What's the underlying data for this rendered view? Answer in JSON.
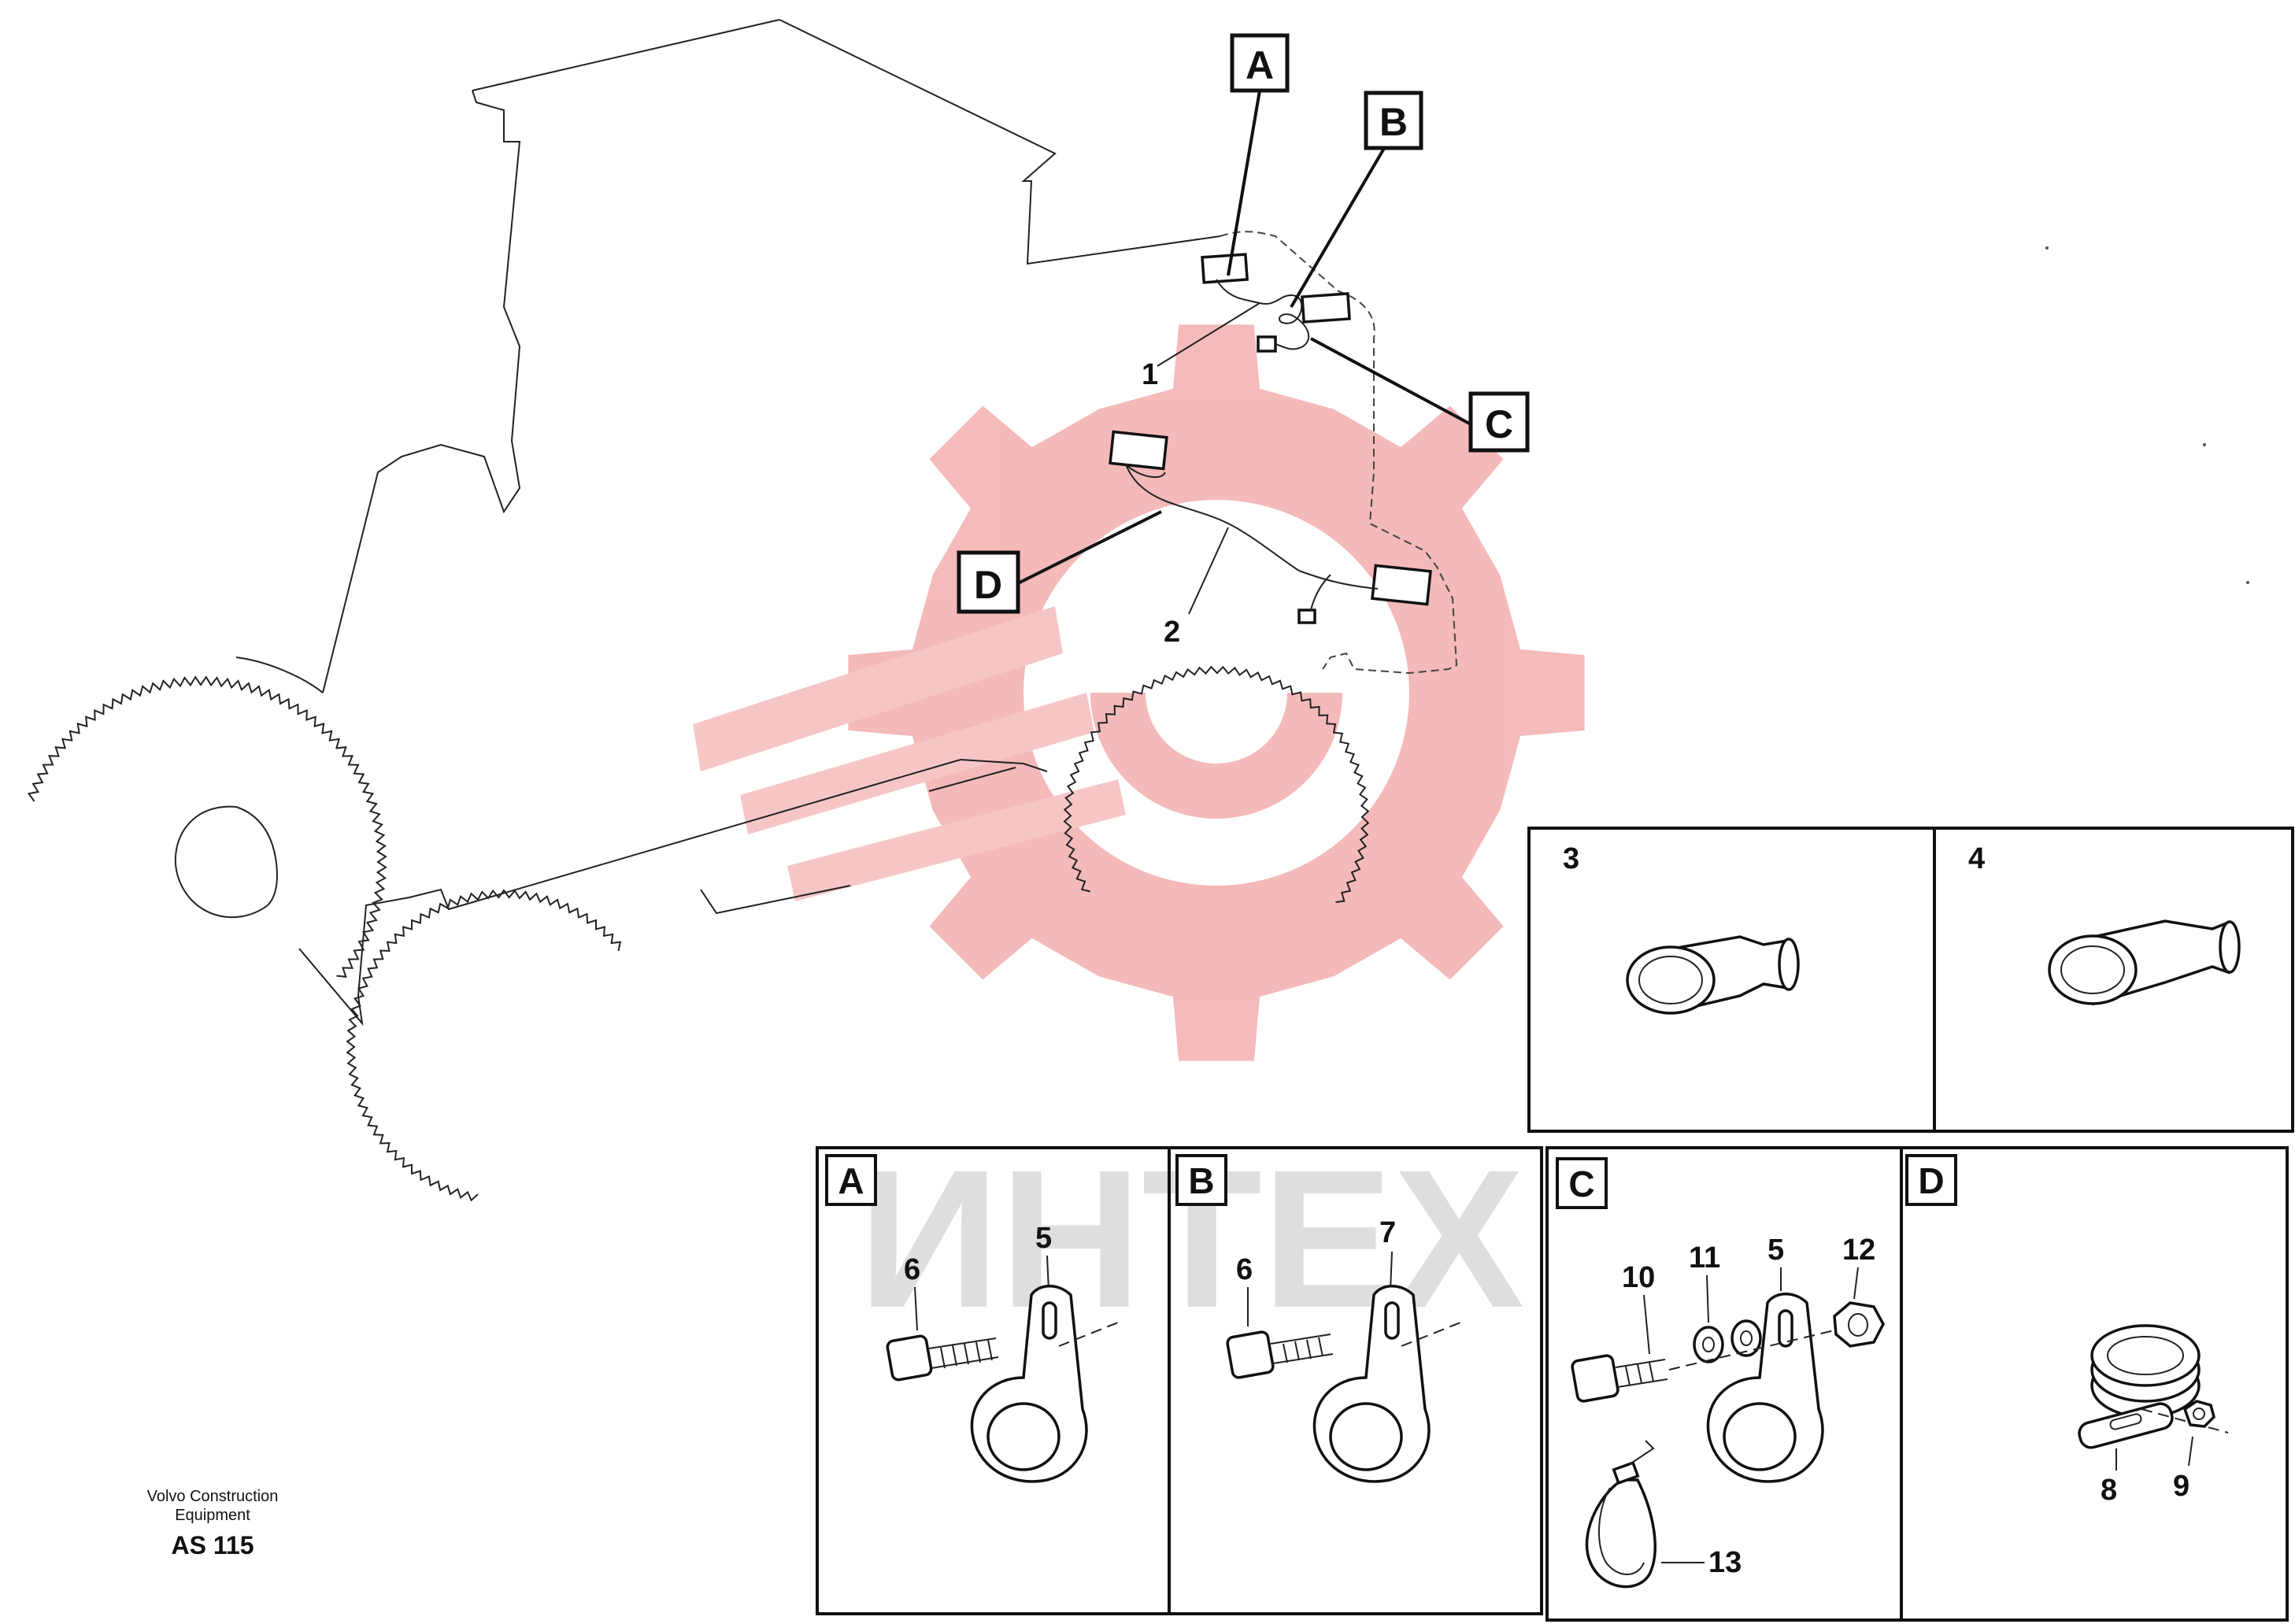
{
  "colors": {
    "watermark_red": "#f4b6b6",
    "watermark_gray": "#d9d9d9",
    "ink": "#111111"
  },
  "watermark": {
    "text": "ИНТЕХ"
  },
  "callouts": {
    "A": "A",
    "B": "B",
    "C": "C",
    "D": "D"
  },
  "harness_labels": {
    "one": "1",
    "two": "2"
  },
  "connector_panels": [
    {
      "number": "3"
    },
    {
      "number": "4"
    }
  ],
  "detail_panels": {
    "A": {
      "letter": "A",
      "labels": [
        "6",
        "5"
      ]
    },
    "B": {
      "letter": "B",
      "labels": [
        "6",
        "7"
      ]
    },
    "C": {
      "letter": "C",
      "labels": [
        "10",
        "11",
        "5",
        "12",
        "13"
      ]
    },
    "D": {
      "letter": "D",
      "labels": [
        "8",
        "9"
      ]
    }
  },
  "credit": {
    "line1": "Volvo Construction",
    "line2": "Equipment",
    "code": "AS 115"
  }
}
